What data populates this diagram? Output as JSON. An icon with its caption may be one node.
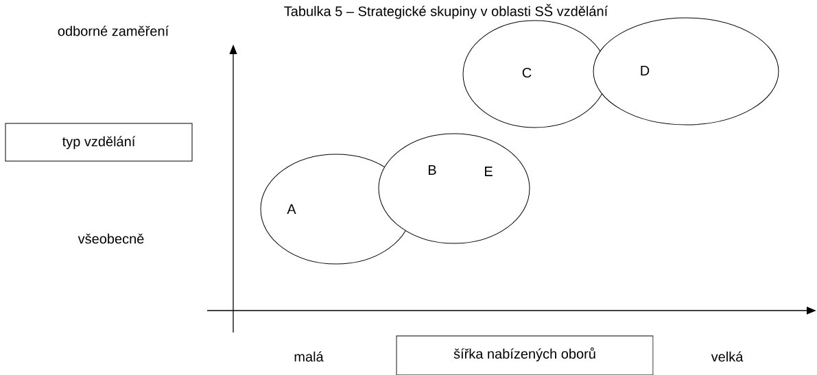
{
  "diagram": {
    "title": "Tabulka 5 – Strategické skupiny v oblasti SŠ vzdělání",
    "nodes": [
      {
        "text": [
          "typ vzdělání"
        ]
      },
      {
        "text": [
          "A"
        ]
      },
      {
        "text": [
          "B",
          "E"
        ]
      },
      {
        "text": [
          "C"
        ]
      },
      {
        "text": [
          "D"
        ]
      },
      {
        "text": [
          "šířka nabízených oborů"
        ]
      }
    ],
    "labels": [
      "odborné zaměření",
      "všeobecně",
      "malá",
      "velká"
    ]
  }
}
